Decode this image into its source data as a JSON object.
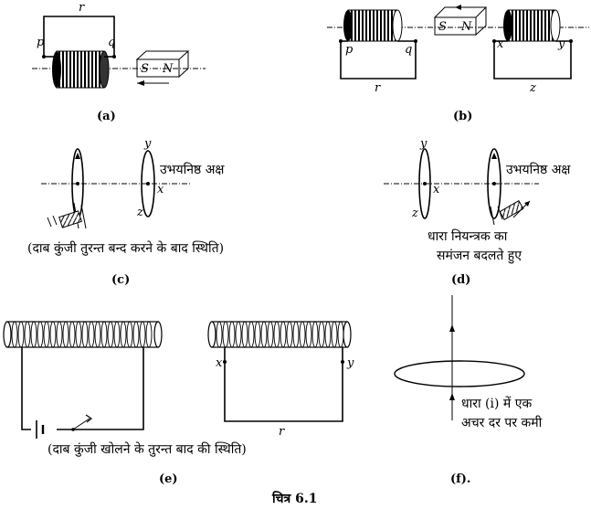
{
  "labels": {
    "a": {
      "r": "r",
      "p": "p",
      "q": "q",
      "S": "S",
      "N": "N",
      "caption": "(a)"
    },
    "b": {
      "S": "S",
      "N": "N",
      "p": "p",
      "q": "q",
      "x": "x",
      "y": "y",
      "r": "r",
      "z": "z",
      "caption": "(b)"
    },
    "c": {
      "y": "y",
      "x": "x",
      "z": "z",
      "axis": "उभयनिष्ठ अक्ष",
      "note": "(दाब कुंजी तुरन्त बन्द करने के बाद स्थिति)",
      "caption": "(c)"
    },
    "d": {
      "y": "y",
      "x": "x",
      "z": "z",
      "axis": "उभयनिष्ठ अक्ष",
      "note1": "धारा नियन्त्रक का",
      "note2": "समंजन बदलते हुए",
      "caption": "(d)"
    },
    "e": {
      "x": "x",
      "y": "y",
      "r": "r",
      "note": "(दाब कुंजी खोलने के तुरन्त बाद की स्थिति)",
      "caption": "(e)"
    },
    "f": {
      "note1": "धारा (i) में एक",
      "note2": "अचर दर पर कमी",
      "caption": "(f)."
    },
    "title": "चित्र 6.1"
  }
}
